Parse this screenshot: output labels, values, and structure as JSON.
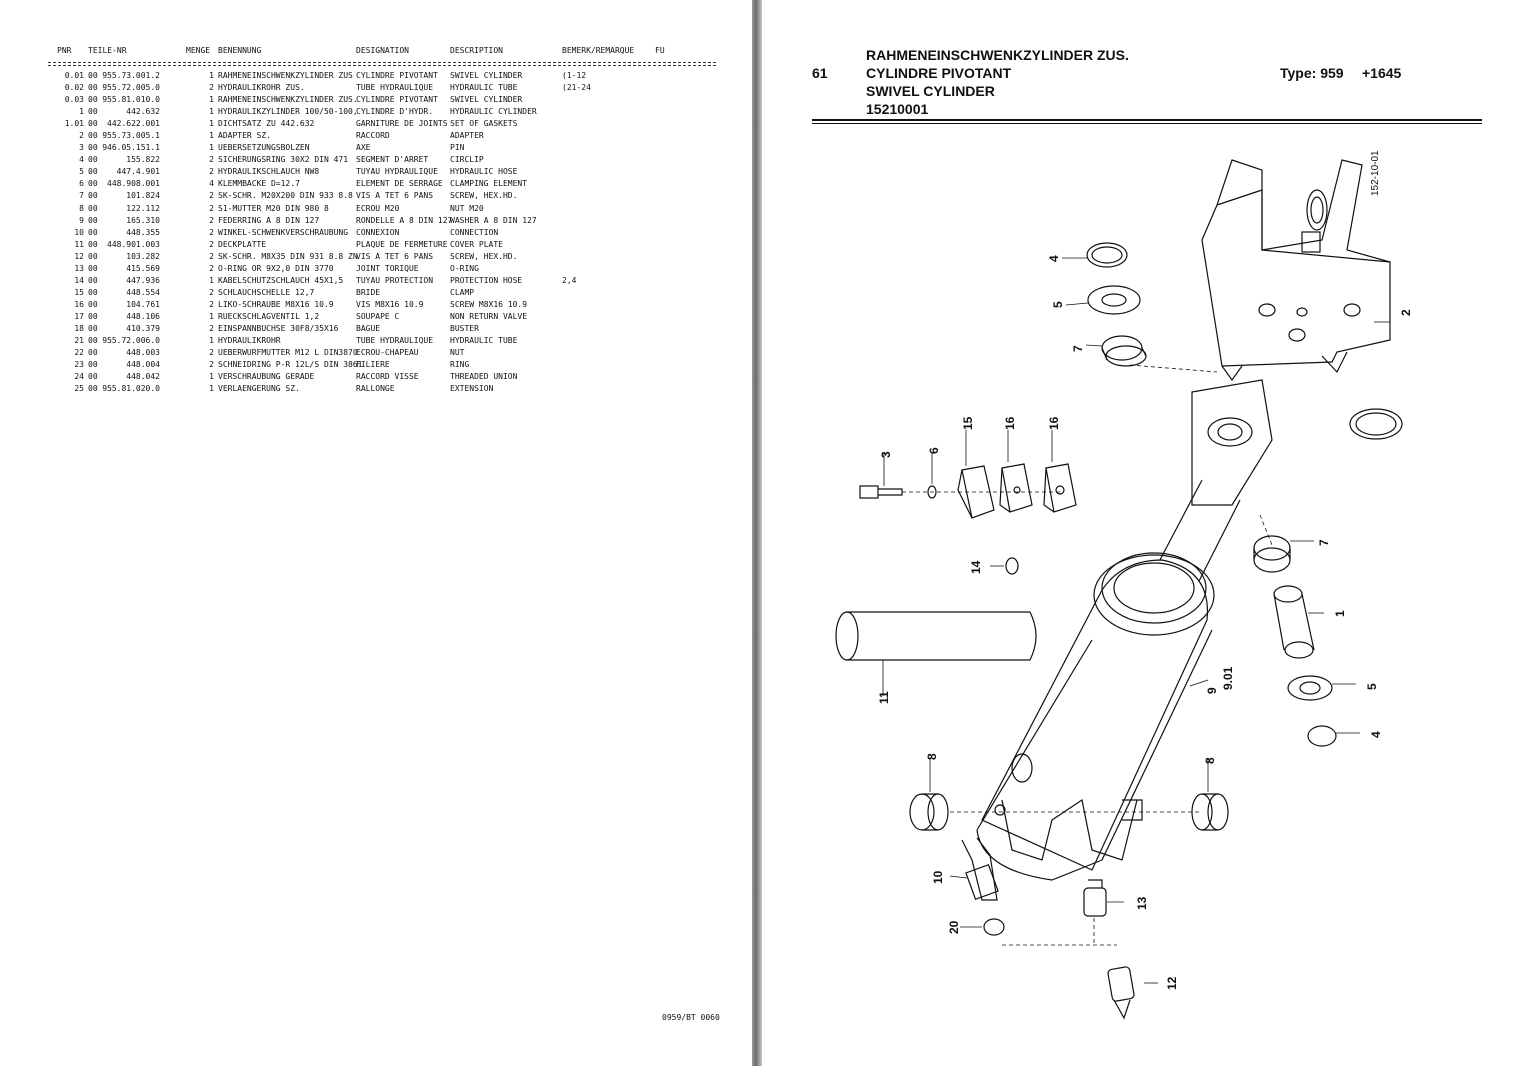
{
  "headers": {
    "pnr": "PNR",
    "teile_nr": "TEILE-NR",
    "menge": "MENGE",
    "benennung": "BENENNUNG",
    "designation": "DESIGNATION",
    "description": "DESCRIPTION",
    "bemerk": "BEMERK/REMARQUE",
    "fu": "FU"
  },
  "rows": [
    {
      "pnr": "0.01",
      "sub": "00",
      "teil": "955.73.001.2",
      "menge": "1",
      "benennung": "RAHMENEINSCHWENKZYLINDER ZUS",
      "designation": "CYLINDRE PIVOTANT",
      "description": "SWIVEL CYLINDER",
      "bemerk": "(1-12"
    },
    {
      "pnr": "0.02",
      "sub": "00",
      "teil": "955.72.005.0",
      "menge": "2",
      "benennung": "HYDRAULIKROHR ZUS.",
      "designation": "TUBE HYDRAULIQUE",
      "description": "HYDRAULIC TUBE",
      "bemerk": "(21-24"
    },
    {
      "pnr": "0.03",
      "sub": "00",
      "teil": "955.81.010.0",
      "menge": "1",
      "benennung": "RAHMENEINSCHWENKZYLINDER ZUS.",
      "designation": "CYLINDRE PIVOTANT",
      "description": "SWIVEL CYLINDER",
      "bemerk": ""
    },
    {
      "pnr": "1",
      "sub": "00",
      "teil": "442.632",
      "menge": "1",
      "benennung": "HYDRAULIKZYLINDER 100/50-100,",
      "designation": "CYLINDRE D'HYDR.",
      "description": "HYDRAULIC CYLINDER",
      "bemerk": ""
    },
    {
      "pnr": "1.01",
      "sub": "00",
      "teil": "442.622.001",
      "menge": "1",
      "benennung": "DICHTSATZ ZU 442.632",
      "designation": "GARNITURE DE JOINTS",
      "description": "SET OF GASKETS",
      "bemerk": ""
    },
    {
      "pnr": "2",
      "sub": "00",
      "teil": "955.73.005.1",
      "menge": "1",
      "benennung": "ADAPTER SZ.",
      "designation": "RACCORD",
      "description": "ADAPTER",
      "bemerk": ""
    },
    {
      "pnr": "3",
      "sub": "00",
      "teil": "946.05.151.1",
      "menge": "1",
      "benennung": "UEBERSETZUNGSBOLZEN",
      "designation": "AXE",
      "description": "PIN",
      "bemerk": ""
    },
    {
      "pnr": "4",
      "sub": "00",
      "teil": "155.822",
      "menge": "2",
      "benennung": "SICHERUNGSRING 30X2 DIN 471",
      "designation": "SEGMENT D'ARRET",
      "description": "CIRCLIP",
      "bemerk": ""
    },
    {
      "pnr": "5",
      "sub": "00",
      "teil": "447.4.901",
      "menge": "2",
      "benennung": "HYDRAULIKSCHLAUCH NW8",
      "designation": "TUYAU HYDRAULIQUE",
      "description": "HYDRAULIC HOSE",
      "bemerk": ""
    },
    {
      "pnr": "6",
      "sub": "00",
      "teil": "448.908.001",
      "menge": "4",
      "benennung": "KLEMMBACKE D=12.7",
      "designation": "ELEMENT DE SERRAGE",
      "description": "CLAMPING ELEMENT",
      "bemerk": ""
    },
    {
      "pnr": "7",
      "sub": "00",
      "teil": "101.824",
      "menge": "2",
      "benennung": "SK-SCHR.  M20X200 DIN 933 8.8",
      "designation": "VIS A TET 6 PANS",
      "description": "SCREW, HEX.HD.",
      "bemerk": ""
    },
    {
      "pnr": "8",
      "sub": "00",
      "teil": "122.112",
      "menge": "2",
      "benennung": "S1-MUTTER M20 DIN 980 8",
      "designation": "ECROU M20",
      "description": "NUT M20",
      "bemerk": ""
    },
    {
      "pnr": "9",
      "sub": "00",
      "teil": "165.310",
      "menge": "2",
      "benennung": "FEDERRING A 8 DIN 127",
      "designation": "RONDELLE A 8 DIN 127",
      "description": "WASHER A 8 DIN 127",
      "bemerk": ""
    },
    {
      "pnr": "10",
      "sub": "00",
      "teil": "448.355",
      "menge": "2",
      "benennung": "WINKEL-SCHWENKVERSCHRAUBUNG",
      "designation": "CONNEXION",
      "description": "CONNECTION",
      "bemerk": ""
    },
    {
      "pnr": "11",
      "sub": "00",
      "teil": "448.901.003",
      "menge": "2",
      "benennung": "DECKPLATTE",
      "designation": "PLAQUE DE FERMETURE",
      "description": "COVER PLATE",
      "bemerk": ""
    },
    {
      "pnr": "12",
      "sub": "00",
      "teil": "103.282",
      "menge": "2",
      "benennung": "SK-SCHR.  M8X35 DIN 931 8.8 ZN",
      "designation": "VIS A TET 6 PANS",
      "description": "SCREW, HEX.HD.",
      "bemerk": ""
    },
    {
      "pnr": "13",
      "sub": "00",
      "teil": "415.569",
      "menge": "2",
      "benennung": "O-RING OR  9X2,0  DIN 3770",
      "designation": "JOINT TORIQUE",
      "description": "O-RING",
      "bemerk": ""
    },
    {
      "pnr": "14",
      "sub": "00",
      "teil": "447.936",
      "menge": "1",
      "benennung": "KABELSCHUTZSCHLAUCH 45X1,5",
      "designation": "TUYAU PROTECTION",
      "description": "PROTECTION HOSE",
      "bemerk": "2,4"
    },
    {
      "pnr": "15",
      "sub": "00",
      "teil": "448.554",
      "menge": "2",
      "benennung": "SCHLAUCHSCHELLE 12,7",
      "designation": "BRIDE",
      "description": "CLAMP",
      "bemerk": ""
    },
    {
      "pnr": "16",
      "sub": "00",
      "teil": "104.761",
      "menge": "2",
      "benennung": "LIKO-SCHRAUBE M8X16 10.9",
      "designation": "VIS M8X16 10.9",
      "description": "SCREW M8X16 10.9",
      "bemerk": ""
    },
    {
      "pnr": "17",
      "sub": "00",
      "teil": "448.106",
      "menge": "1",
      "benennung": "RUECKSCHLAGVENTIL 1,2",
      "designation": "SOUPAPE C",
      "description": "NON RETURN VALVE",
      "bemerk": ""
    },
    {
      "pnr": "18",
      "sub": "00",
      "teil": "410.379",
      "menge": "2",
      "benennung": "EINSPANNBUCHSE 30F8/35X16",
      "designation": "BAGUE",
      "description": "BUSTER",
      "bemerk": ""
    },
    {
      "pnr": "21",
      "sub": "00",
      "teil": "955.72.006.0",
      "menge": "1",
      "benennung": "HYDRAULIKROHR",
      "designation": "TUBE HYDRAULIQUE",
      "description": "HYDRAULIC TUBE",
      "bemerk": ""
    },
    {
      "pnr": "22",
      "sub": "00",
      "teil": "448.003",
      "menge": "2",
      "benennung": "UEBERWURFMUTTER  M12 L DIN3870",
      "designation": "ECROU-CHAPEAU",
      "description": "NUT",
      "bemerk": ""
    },
    {
      "pnr": "23",
      "sub": "00",
      "teil": "448.004",
      "menge": "2",
      "benennung": "SCHNEIDRING P-R 12L/S DIN 3861",
      "designation": "FILIERE",
      "description": "RING",
      "bemerk": ""
    },
    {
      "pnr": "24",
      "sub": "00",
      "teil": "448.042",
      "menge": "1",
      "benennung": "VERSCHRAUBUNG GERADE",
      "designation": "RACCORD VISSE",
      "description": "THREADED UNION",
      "bemerk": ""
    },
    {
      "pnr": "25",
      "sub": "00",
      "teil": "955.81.020.0",
      "menge": "1",
      "benennung": "VERLAENGERUNG SZ.",
      "designation": "RALLONGE",
      "description": "EXTENSION",
      "bemerk": ""
    }
  ],
  "footer_code": "0959/BT 0060",
  "right": {
    "page_number": "61",
    "title_lines": [
      "RAHMENEINSCHWENKZYLINDER ZUS.",
      "CYLINDRE PIVOTANT",
      "SWIVEL CYLINDER",
      "15210001"
    ],
    "type": "Type: 959",
    "type_code": "+1645",
    "drawing_id": "152-10-01",
    "callouts": {
      "c1": "1",
      "c2": "2",
      "c3": "3",
      "c4a": "4",
      "c4b": "4",
      "c5a": "5",
      "c5b": "5",
      "c6": "6",
      "c7a": "7",
      "c7b": "7",
      "c8a": "8",
      "c8b": "8",
      "c9": "9",
      "c901": "9.01",
      "c10": "10",
      "c11": "11",
      "c12": "12",
      "c13": "13",
      "c14": "14",
      "c15": "15",
      "c16a": "16",
      "c16b": "16",
      "c20": "20"
    }
  }
}
